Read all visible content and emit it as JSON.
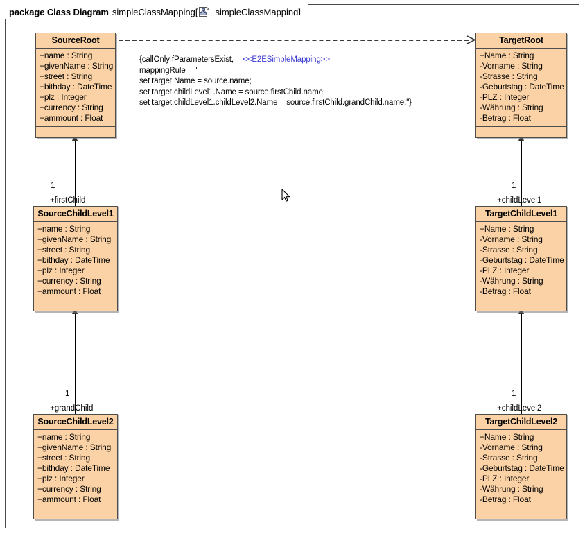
{
  "frame": {
    "keyword": "package Class Diagram",
    "name": "simpleClassMapping[",
    "icon": "class-diagram-icon",
    "tab_name": "simpleClassMapping",
    "bracket_close": "]"
  },
  "note": {
    "line1_constraint": "{callOnlyIfParametersExist,",
    "line1_stereotype": "<<E2ESimpleMapping>>",
    "line2": "mappingRule = \"",
    "line3": "set target.Name = source.name;",
    "line4": "set target.childLevel1.Name = source.firstChild.name;",
    "line5": "set target.childLevel1.childLevel2.Name = source.firstChild.grandChild.name;\"}"
  },
  "classes": [
    {
      "id": "source-root",
      "name": "SourceRoot",
      "attributes": [
        "+name : String",
        "+givenName : String",
        "+street : String",
        "+bithday : DateTime",
        "+plz : Integer",
        "+currency : String",
        "+ammount : Float"
      ]
    },
    {
      "id": "target-root",
      "name": "TargetRoot",
      "attributes": [
        "+Name : String",
        "-Vorname : String",
        "-Strasse : String",
        "-Geburtstag : DateTime",
        "-PLZ : Integer",
        "-Währung : String",
        "-Betrag : Float"
      ]
    },
    {
      "id": "source-child-level1",
      "name": "SourceChildLevel1",
      "attributes": [
        "+name : String",
        "+givenName : String",
        "+street : String",
        "+bithday : DateTime",
        "+plz : Integer",
        "+currency : String",
        "+ammount : Float"
      ]
    },
    {
      "id": "target-child-level1",
      "name": "TargetChildLevel1",
      "attributes": [
        "+Name : String",
        "-Vorname : String",
        "-Strasse : String",
        "-Geburtstag : DateTime",
        "-PLZ : Integer",
        "-Währung : String",
        "-Betrag : Float"
      ]
    },
    {
      "id": "source-child-level2",
      "name": "SourceChildLevel2",
      "attributes": [
        "+name : String",
        "+givenName : String",
        "+street : String",
        "+bithday : DateTime",
        "+plz : Integer",
        "+currency : String",
        "+ammount : Float"
      ]
    },
    {
      "id": "target-child-level2",
      "name": "TargetChildLevel2",
      "attributes": [
        "+Name : String",
        "-Vorname : String",
        "-Strasse : String",
        "-Geburtstag : DateTime",
        "-PLZ : Integer",
        "-Währung : String",
        "-Betrag : Float"
      ]
    }
  ],
  "associations": [
    {
      "id": "assoc-first-child",
      "multiplicity": "1",
      "role": "+firstChild"
    },
    {
      "id": "assoc-child-level1",
      "multiplicity": "1",
      "role": "+childLevel1"
    },
    {
      "id": "assoc-grand-child",
      "multiplicity": "1",
      "role": "+grandChild"
    },
    {
      "id": "assoc-child-level2",
      "multiplicity": "1",
      "role": "+childLevel2"
    }
  ],
  "colors": {
    "class_fill": "#fad2a5",
    "class_border": "#4d4d4d",
    "stereotype_text": "#3a3ad0",
    "connector": "#000000",
    "background": "#ffffff"
  }
}
